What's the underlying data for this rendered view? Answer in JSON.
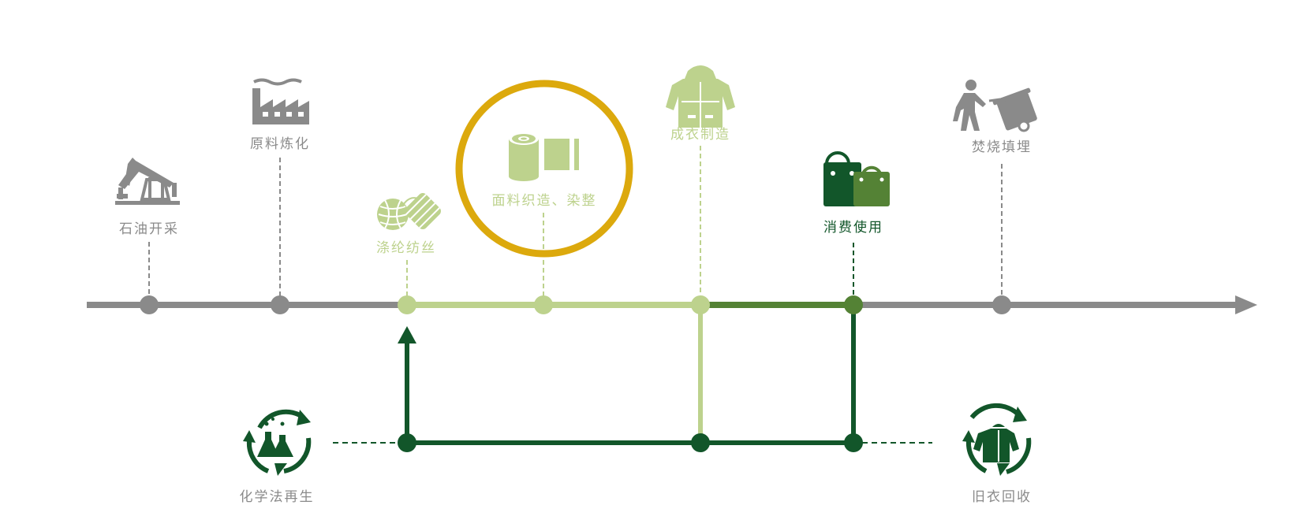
{
  "colors": {
    "grey": "#8a8a8a",
    "light_green": "#bdd28d",
    "mid_green": "#548235",
    "dark_green": "#12562a",
    "highlight_gold": "#dca90d",
    "white": "#ffffff"
  },
  "stages": [
    {
      "id": "oil-extraction",
      "label": "石油开采",
      "icon": "oil-pump-icon",
      "state": "grey"
    },
    {
      "id": "refining",
      "label": "原料炼化",
      "icon": "factory-icon",
      "state": "grey"
    },
    {
      "id": "polyester-spinning",
      "label": "涤纶纺丝",
      "icon": "yarn-ball-icon",
      "state": "light"
    },
    {
      "id": "fabric-weaving-dyeing",
      "label": "面料织造、染整",
      "icon": "fabric-roll-icon",
      "state": "light",
      "highlighted": true
    },
    {
      "id": "garment-manufacturing",
      "label": "成衣制造",
      "icon": "jacket-icon",
      "state": "light"
    },
    {
      "id": "consumer-use",
      "label": "消费使用",
      "icon": "shopping-bags-icon",
      "state": "dark"
    },
    {
      "id": "incineration-landfill",
      "label": "焚烧填埋",
      "icon": "waste-bin-icon",
      "state": "grey"
    }
  ],
  "loop_nodes": [
    {
      "id": "chemical-regeneration",
      "label": "化学法再生",
      "icon": "recycle-flask-icon"
    },
    {
      "id": "used-clothing-recycling",
      "label": "旧衣回收",
      "icon": "recycle-jacket-icon"
    }
  ]
}
